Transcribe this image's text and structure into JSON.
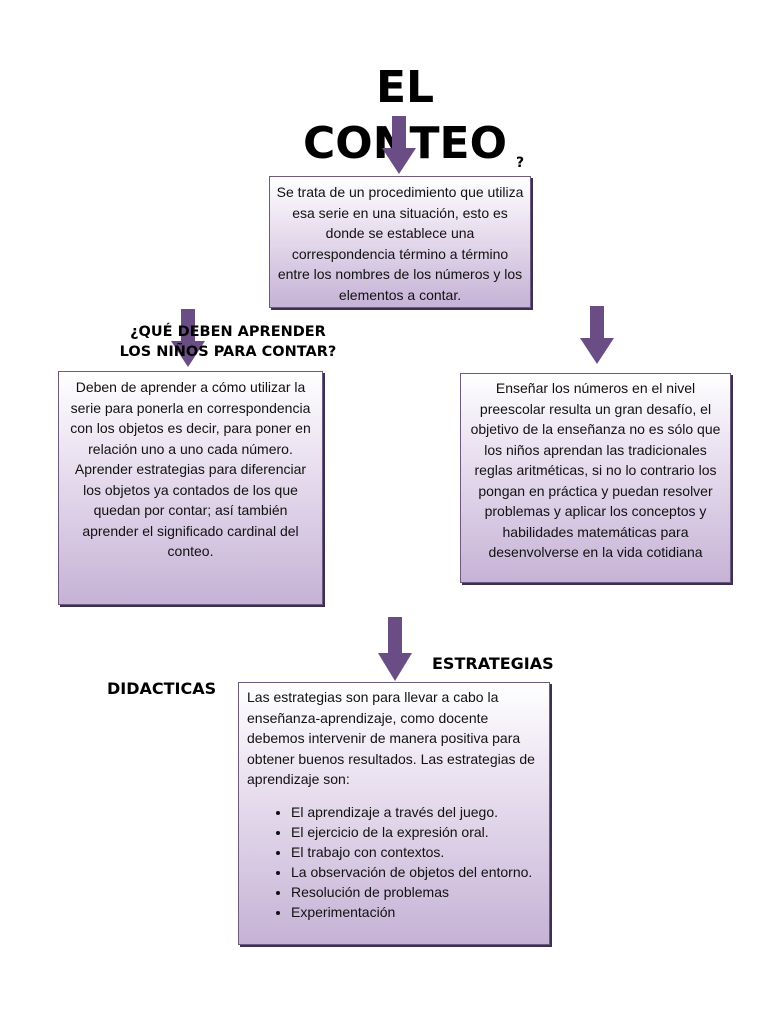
{
  "title": {
    "line1": "EL",
    "line2": "CONTEO",
    "question_mark": "?"
  },
  "top_box": {
    "text": "Se  trata de un procedimiento que utiliza esa serie en una situación, esto es donde se establece una correspondencia término a término entre  los nombres de los números y los elementos a contar."
  },
  "left_section": {
    "heading_line1": "¿QUÉ DEBEN APRENDER",
    "heading_line2": "LOS NIÑOS PARA CONTAR?",
    "text": "Deben de aprender a cómo utilizar la serie para ponerla en correspondencia con los objetos es decir, para poner en relación uno a uno cada número.  Aprender estrategias para diferenciar los objetos ya contados de los que quedan por contar; así también aprender el significado cardinal del conteo."
  },
  "right_box": {
    "text": "Enseñar los números en el nivel preescolar resulta un gran desafío, el objetivo de la enseñanza no es sólo que los niños aprendan las tradicionales reglas aritméticas, si no lo contrario los pongan en práctica y puedan resolver problemas y aplicar los conceptos y habilidades matemáticas para desenvolverse en la vida cotidiana"
  },
  "bottom_section": {
    "heading_estrategias": "ESTRATEGIAS",
    "heading_didacticas": "DIDACTICAS",
    "intro": "Las estrategias son para llevar a cabo la enseñanza-aprendizaje, como docente debemos intervenir de manera positiva para obtener buenos resultados. Las estrategias de aprendizaje son:",
    "items": [
      "El aprendizaje a través del juego.",
      "El ejercicio de la expresión oral.",
      "El trabajo con contextos.",
      "La observación de objetos del entorno.",
      "Resolución de problemas",
      "Experimentación"
    ]
  },
  "colors": {
    "arrow": "#6b4d86",
    "box_border": "#6c5a80",
    "box_gradient_end": "#c6b2d6"
  }
}
